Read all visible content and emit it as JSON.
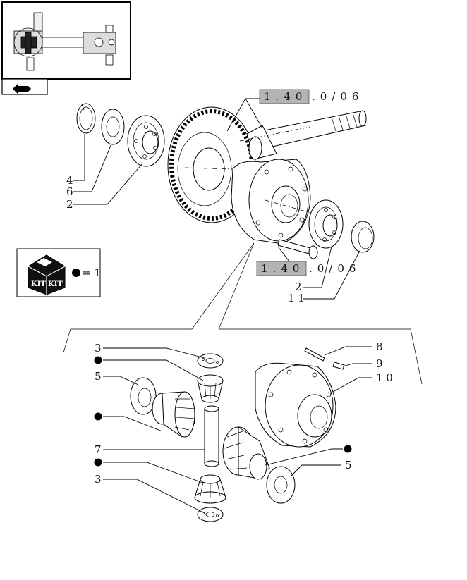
{
  "references": {
    "top": {
      "highlighted": "1.40",
      "rest": ".0/06"
    },
    "bottom": {
      "highlighted": "1.40",
      "rest": ".0/06"
    }
  },
  "kit_legend": {
    "kit_text_1": "KIT",
    "kit_text_2": "KIT",
    "equals": "= 1"
  },
  "callouts_top": {
    "c4": "4",
    "c6": "6",
    "c2a": "2",
    "c2b": "2",
    "c11": "1 1"
  },
  "callouts_bottom": {
    "c3a": "3",
    "c5a": "5",
    "c7": "7",
    "c3b": "3",
    "c8": "8",
    "c9": "9",
    "c10": "1 0",
    "c5b": "5"
  },
  "icons": [
    "assembly-thumbnail-icon",
    "back-navigation-icon",
    "kit-box-icon",
    "filled-dot-icon"
  ],
  "colors": {
    "reference_box": "#b4b4b4",
    "line": "#000000",
    "background": "#ffffff"
  }
}
